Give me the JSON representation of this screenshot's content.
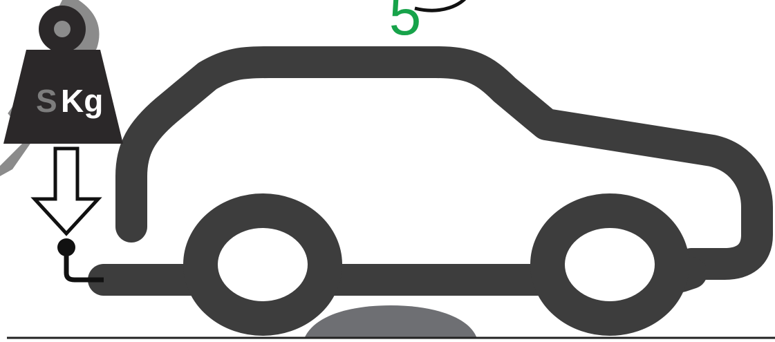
{
  "weight": {
    "label_prefix": "S",
    "label_unit": "Kg"
  },
  "counter": {
    "value": "5"
  },
  "colors": {
    "car": "#3d3d3d",
    "weight_body": "#2b2829",
    "weight_label": "#7d7d7d",
    "counter": "#17a34a",
    "ground": "#222222",
    "puddle": "#6e6f73",
    "arrow": "#111111"
  }
}
